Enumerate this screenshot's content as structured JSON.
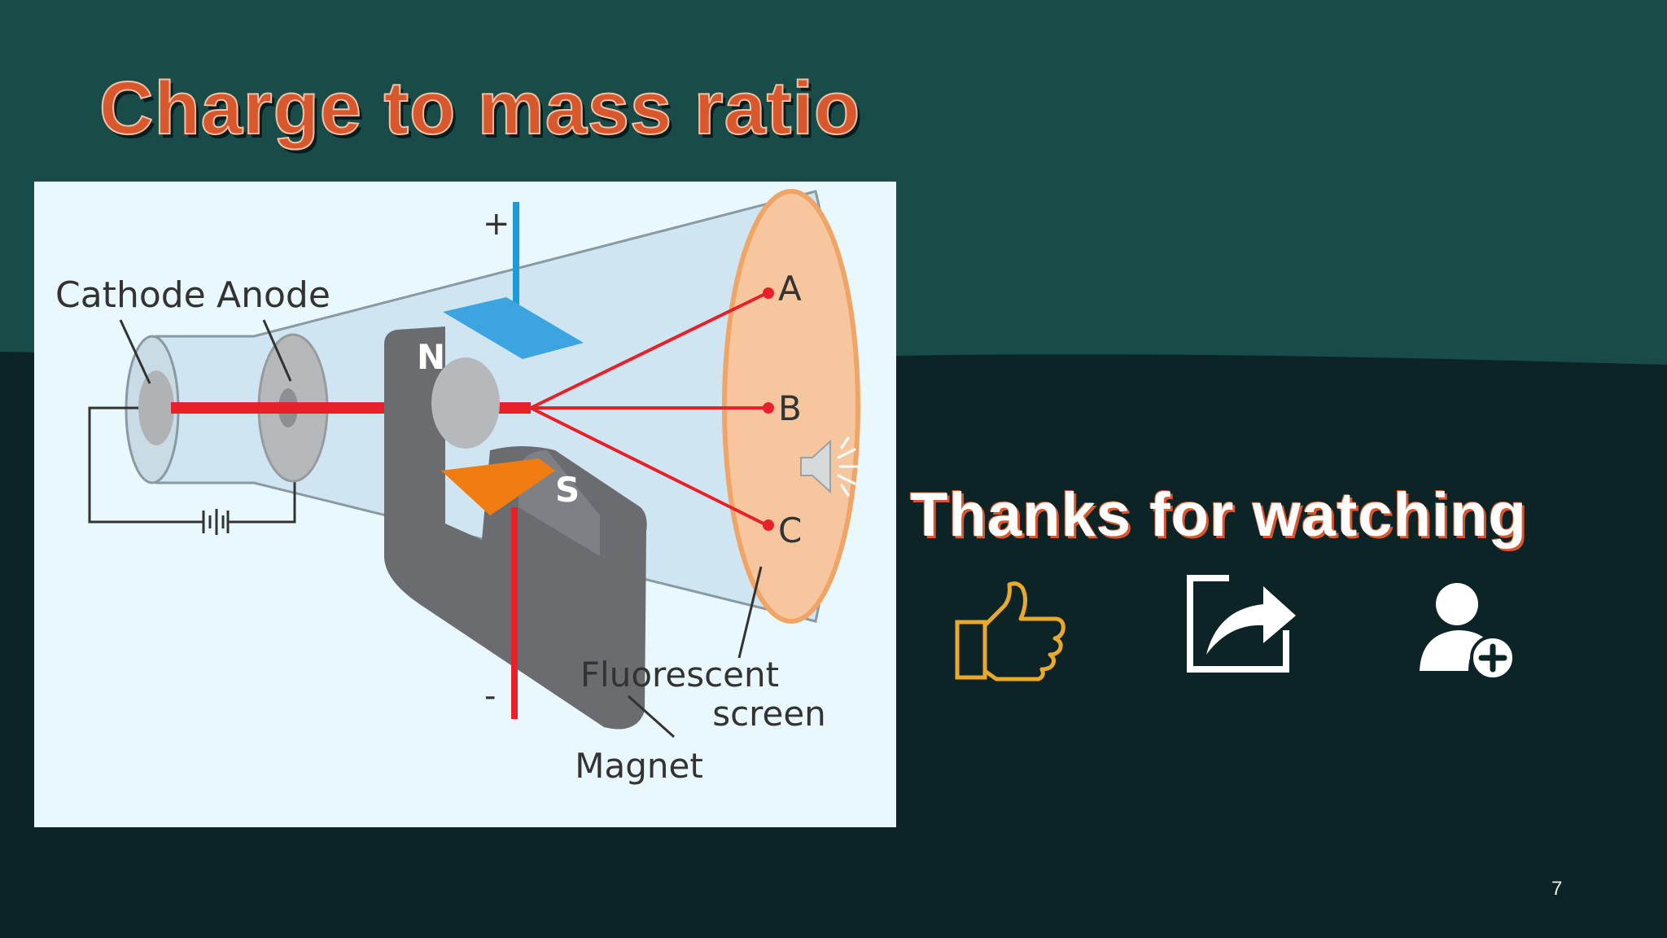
{
  "slide": {
    "title": "Charge to mass ratio",
    "page_number": "7"
  },
  "diagram": {
    "labels": {
      "cathode": "Cathode",
      "anode": "Anode",
      "plus": "+",
      "minus": "-",
      "north": "N",
      "south": "S",
      "point_a": "A",
      "point_b": "B",
      "point_c": "C",
      "screen_line1": "Fluorescent",
      "screen_line2": "screen",
      "magnet": "Magnet"
    }
  },
  "closing": {
    "thanks": "Thanks for watching"
  },
  "icons": {
    "like": "thumbs-up-icon",
    "share": "share-icon",
    "subscribe": "add-user-icon",
    "audio": "speaker-icon"
  },
  "colors": {
    "title": "#d9572c",
    "bg_top": "#194b48",
    "bg_bottom": "#0c2425",
    "beam": "#e8202a",
    "like_icon": "#e9a92a"
  }
}
